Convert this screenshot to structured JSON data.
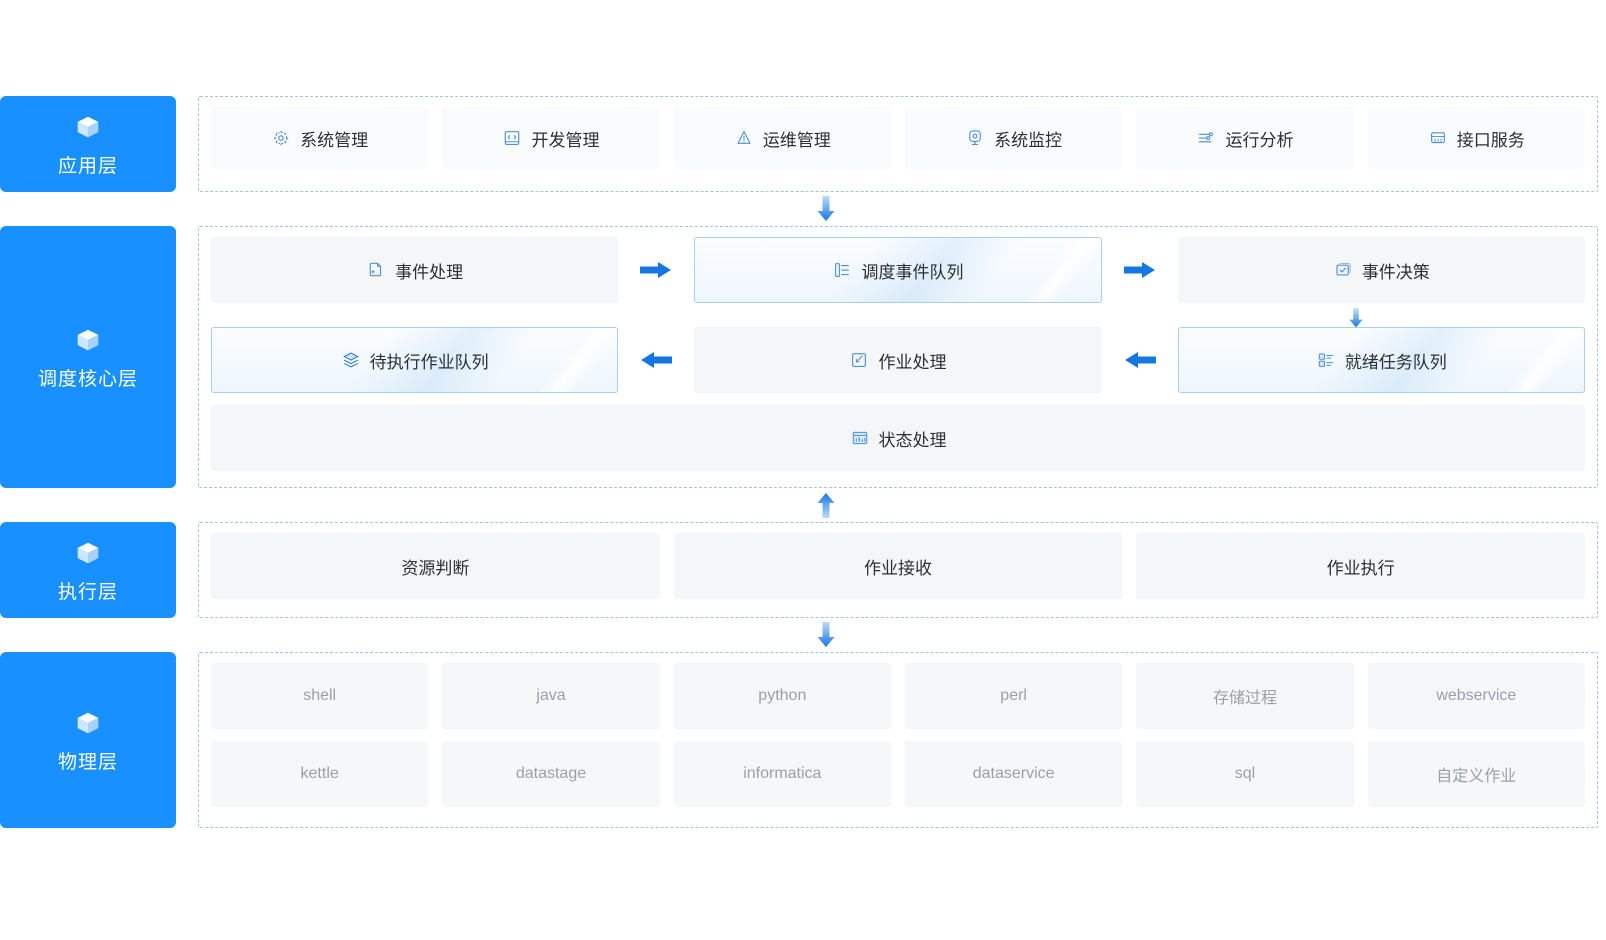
{
  "theme": {
    "brand_blue": "#1890ff",
    "arrow_blue": "#1677e0",
    "dashed_border": "#9fc6e0",
    "card_bg": "#f5f6f8",
    "highlight_border": "#a9d0ec",
    "text_dark": "#2b2f36",
    "text_muted": "#9aa0a8"
  },
  "layers": {
    "application": {
      "tag_label": "应用层",
      "tag_icon": "cube-icon",
      "items": [
        {
          "label": "系统管理",
          "icon": "gear-icon"
        },
        {
          "label": "开发管理",
          "icon": "code-window-icon"
        },
        {
          "label": "运维管理",
          "icon": "alert-triangle-icon"
        },
        {
          "label": "系统监控",
          "icon": "monitor-gauge-icon"
        },
        {
          "label": "运行分析",
          "icon": "sliders-icon"
        },
        {
          "label": "接口服务",
          "icon": "api-service-icon"
        }
      ]
    },
    "core": {
      "tag_label": "调度核心层",
      "tag_icon": "cube-icon",
      "row1": [
        {
          "label": "事件处理",
          "icon": "document-event-icon",
          "highlight": false
        },
        {
          "label": "调度事件队列",
          "icon": "queue-list-icon",
          "highlight": true
        },
        {
          "label": "事件决策",
          "icon": "check-square-icon",
          "highlight": false
        }
      ],
      "row2": [
        {
          "label": "待执行作业队列",
          "icon": "layers-icon",
          "highlight": true
        },
        {
          "label": "作业处理",
          "icon": "edit-square-icon",
          "highlight": false
        },
        {
          "label": "就绪任务队列",
          "icon": "checklist-icon",
          "highlight": true
        }
      ],
      "row3": [
        {
          "label": "状态处理",
          "icon": "dashboard-chart-icon",
          "highlight": false
        }
      ],
      "arrows": {
        "row1_a": "arrow-right",
        "row1_b": "arrow-right",
        "row2_a": "arrow-left",
        "row2_b": "arrow-left",
        "decision_to_ready": "arrow-down"
      }
    },
    "execution": {
      "tag_label": "执行层",
      "tag_icon": "cube-icon",
      "items": [
        {
          "label": "资源判断"
        },
        {
          "label": "作业接收"
        },
        {
          "label": "作业执行"
        }
      ]
    },
    "physical": {
      "tag_label": "物理层",
      "tag_icon": "cube-icon",
      "row1": [
        {
          "label": "shell"
        },
        {
          "label": "java"
        },
        {
          "label": "python"
        },
        {
          "label": "perl"
        },
        {
          "label": "存储过程"
        },
        {
          "label": "webservice"
        }
      ],
      "row2": [
        {
          "label": "kettle"
        },
        {
          "label": "datastage"
        },
        {
          "label": "informatica"
        },
        {
          "label": "dataservice"
        },
        {
          "label": "sql"
        },
        {
          "label": "自定义作业"
        }
      ]
    }
  },
  "interlayer_arrows": {
    "app_to_core": "arrow-down",
    "exec_to_core": "arrow-up",
    "exec_to_physical": "arrow-down"
  }
}
